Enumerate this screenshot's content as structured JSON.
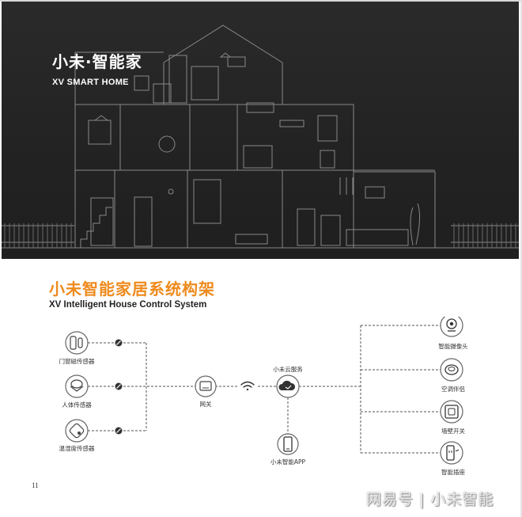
{
  "banner": {
    "brand_title": "小未·智能家",
    "brand_subtitle": "XV SMART HOME"
  },
  "system": {
    "title": "小未智能家居系统构架",
    "subtitle": "XV Intelligent House Control System"
  },
  "diagram": {
    "sensors": [
      {
        "label": "门窗磁传感器",
        "icon": "door-window-sensor-icon"
      },
      {
        "label": "人体传感器",
        "icon": "motion-sensor-icon"
      },
      {
        "label": "温湿度传感器",
        "icon": "temp-humidity-sensor-icon"
      }
    ],
    "gateway": {
      "label": "网关",
      "icon": "gateway-icon"
    },
    "wifi": {
      "icon": "wifi-icon"
    },
    "cloud": {
      "label": "小未云服务",
      "icon": "cloud-service-icon"
    },
    "app": {
      "label": "小未智能APP",
      "icon": "phone-icon"
    },
    "devices": [
      {
        "label": "智能摄像头",
        "icon": "camera-icon"
      },
      {
        "label": "空调伴侣",
        "icon": "ac-companion-icon"
      },
      {
        "label": "墙壁开关",
        "icon": "wall-switch-icon"
      },
      {
        "label": "智能插座",
        "icon": "smart-socket-icon"
      }
    ]
  },
  "page_number": "11",
  "watermark": "网易号 | 小未智能",
  "colors": {
    "accent": "#ee8a1d",
    "banner_bg": "#252525",
    "line": "#555555",
    "icon_border": "#666666"
  }
}
